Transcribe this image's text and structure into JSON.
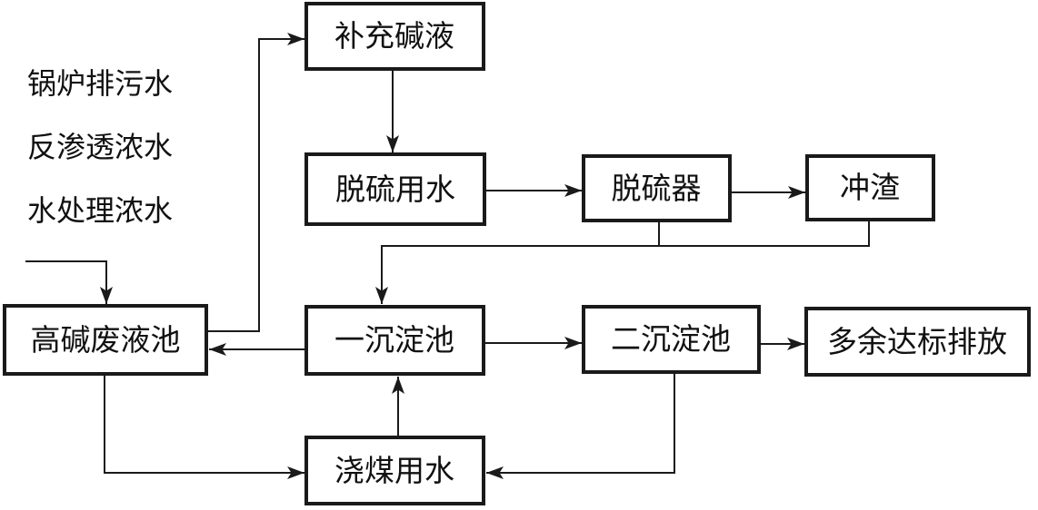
{
  "diagram": {
    "colors": {
      "background": "#ffffff",
      "line": "#1a1a1a",
      "text": "#111111"
    },
    "input_labels": [
      {
        "label": "锅炉排污水"
      },
      {
        "label": "反渗透浓水"
      },
      {
        "label": "水处理浓水"
      }
    ],
    "nodes": [
      {
        "id": "supplement-alkali",
        "label": "补充碱液"
      },
      {
        "id": "desulfurization-water",
        "label": "脱硫用水"
      },
      {
        "id": "desulfurizer",
        "label": "脱硫器"
      },
      {
        "id": "slag-flushing",
        "label": "冲渣"
      },
      {
        "id": "high-alkali-waste-pool",
        "label": "高碱废液池"
      },
      {
        "id": "primary-sedimentation",
        "label": "一沉淀池"
      },
      {
        "id": "secondary-sedimentation",
        "label": "二沉淀池"
      },
      {
        "id": "excess-standard-discharge",
        "label": "多余达标排放"
      },
      {
        "id": "coal-watering",
        "label": "浇煤用水"
      }
    ],
    "edges": [
      {
        "from": "input-streams",
        "to": "high-alkali-waste-pool"
      },
      {
        "from": "high-alkali-waste-pool",
        "to": "supplement-alkali"
      },
      {
        "from": "supplement-alkali",
        "to": "desulfurization-water"
      },
      {
        "from": "desulfurization-water",
        "to": "desulfurizer"
      },
      {
        "from": "desulfurizer",
        "to": "slag-flushing"
      },
      {
        "from": "desulfurizer",
        "to": "primary-sedimentation"
      },
      {
        "from": "slag-flushing",
        "to": "primary-sedimentation"
      },
      {
        "from": "primary-sedimentation",
        "to": "high-alkali-waste-pool"
      },
      {
        "from": "primary-sedimentation",
        "to": "secondary-sedimentation"
      },
      {
        "from": "secondary-sedimentation",
        "to": "excess-standard-discharge"
      },
      {
        "from": "high-alkali-waste-pool",
        "to": "coal-watering"
      },
      {
        "from": "secondary-sedimentation",
        "to": "coal-watering"
      },
      {
        "from": "coal-watering",
        "to": "primary-sedimentation"
      }
    ]
  }
}
